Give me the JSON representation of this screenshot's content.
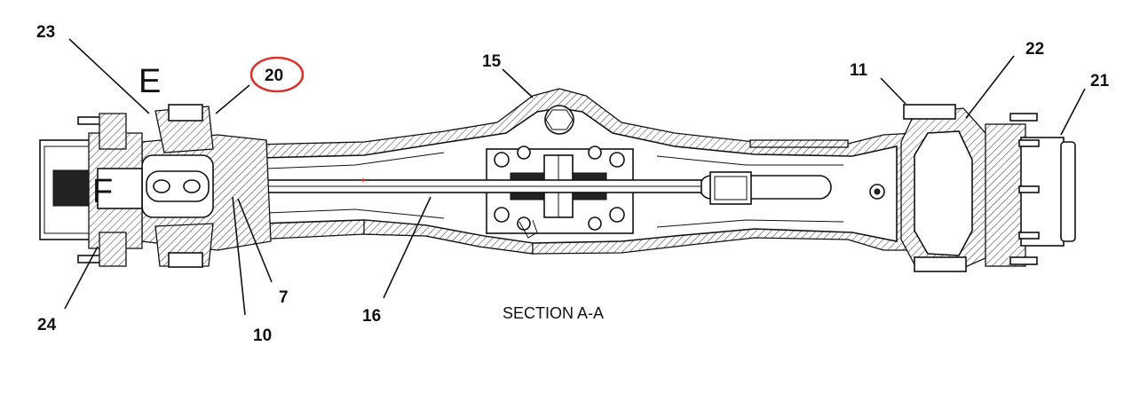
{
  "diagram": {
    "caption": "SECTION A-A",
    "view_letters": {
      "e": "E",
      "f": "F"
    },
    "callouts": {
      "c23": "23",
      "c20": "20",
      "c15": "15",
      "c11": "11",
      "c22": "22",
      "c21": "21",
      "c24": "24",
      "c10": "10",
      "c7": "7",
      "c16": "16"
    },
    "highlighted_callout": "20",
    "highlight_color": "#d9342b"
  }
}
